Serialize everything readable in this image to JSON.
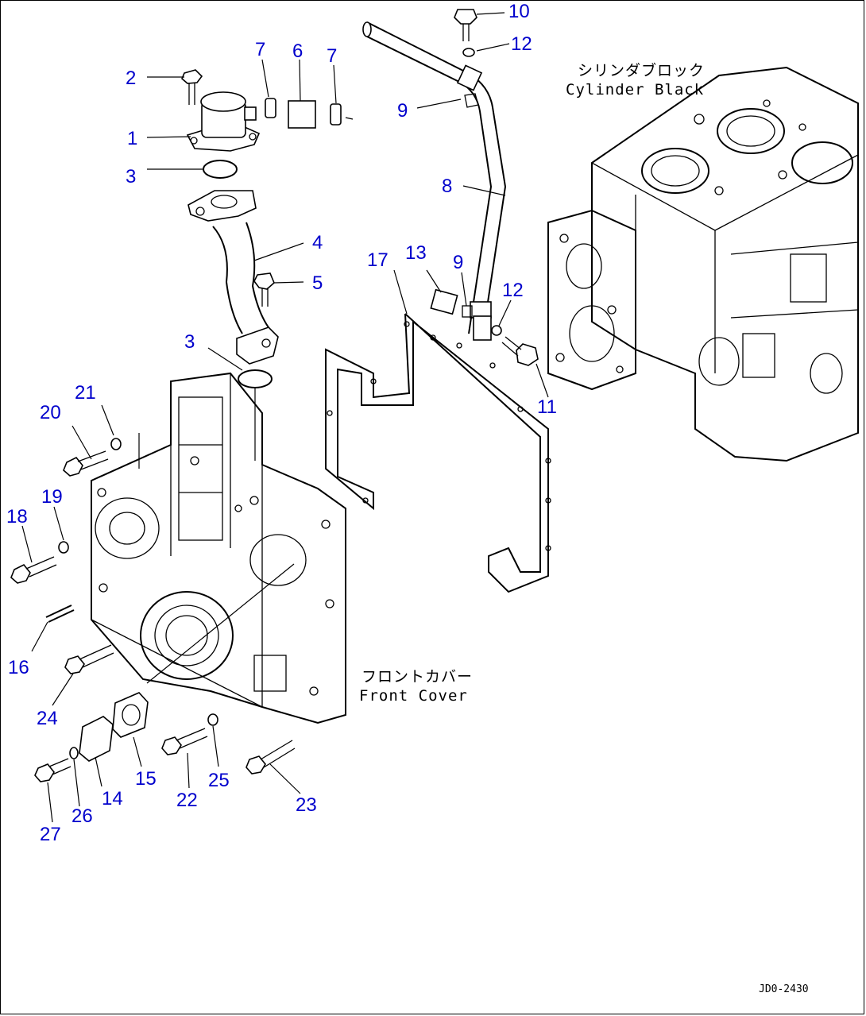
{
  "callouts": [
    {
      "id": "c1",
      "text": "1"
    },
    {
      "id": "c2",
      "text": "2"
    },
    {
      "id": "c3a",
      "text": "3"
    },
    {
      "id": "c3b",
      "text": "3"
    },
    {
      "id": "c4",
      "text": "4"
    },
    {
      "id": "c5",
      "text": "5"
    },
    {
      "id": "c6",
      "text": "6"
    },
    {
      "id": "c7a",
      "text": "7"
    },
    {
      "id": "c7b",
      "text": "7"
    },
    {
      "id": "c8",
      "text": "8"
    },
    {
      "id": "c9a",
      "text": "9"
    },
    {
      "id": "c9b",
      "text": "9"
    },
    {
      "id": "c10",
      "text": "10"
    },
    {
      "id": "c11",
      "text": "11"
    },
    {
      "id": "c12a",
      "text": "12"
    },
    {
      "id": "c12b",
      "text": "12"
    },
    {
      "id": "c13",
      "text": "13"
    },
    {
      "id": "c14",
      "text": "14"
    },
    {
      "id": "c15",
      "text": "15"
    },
    {
      "id": "c16",
      "text": "16"
    },
    {
      "id": "c17",
      "text": "17"
    },
    {
      "id": "c18",
      "text": "18"
    },
    {
      "id": "c19",
      "text": "19"
    },
    {
      "id": "c20",
      "text": "20"
    },
    {
      "id": "c21",
      "text": "21"
    },
    {
      "id": "c22",
      "text": "22"
    },
    {
      "id": "c23",
      "text": "23"
    },
    {
      "id": "c24",
      "text": "24"
    },
    {
      "id": "c25",
      "text": "25"
    },
    {
      "id": "c26",
      "text": "26"
    },
    {
      "id": "c27",
      "text": "27"
    }
  ],
  "captions": {
    "cylinder_block_jp": "シリンダブロック",
    "cylinder_block_en": "Cylinder Black",
    "front_cover_jp": "フロントカバー",
    "front_cover_en": "Front Cover"
  },
  "drawing_code": "JD0-2430",
  "colors": {
    "callout": "#0000cc",
    "line": "#000000",
    "background": "#ffffff"
  }
}
